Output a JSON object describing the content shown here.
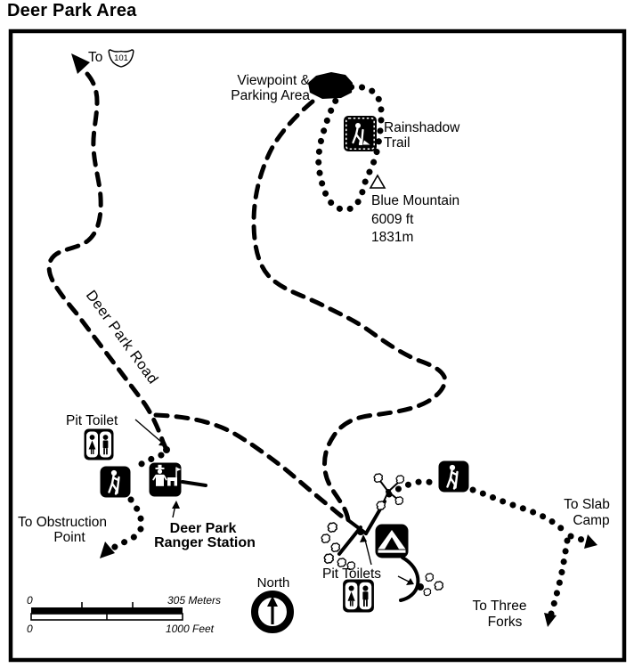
{
  "title": "Deer Park Area",
  "colors": {
    "ink": "#000000",
    "paper": "#ffffff"
  },
  "map": {
    "route_sign": {
      "prefix": "To",
      "number": "101"
    },
    "viewpoint": {
      "line1": "Viewpoint &",
      "line2": "Parking Area"
    },
    "rainshadow": {
      "line1": "Rainshadow",
      "line2": "Trail"
    },
    "blue_mountain": {
      "name": "Blue Mountain",
      "elevation_ft": "6009 ft",
      "elevation_m": "1831m"
    },
    "road_label": "Deer Park Road",
    "pit_toilet": "Pit Toilet",
    "obstruction": {
      "line1": "To Obstruction",
      "line2": "Point"
    },
    "ranger_station": {
      "line1": "Deer Park",
      "line2": "Ranger Station"
    },
    "pit_toilets": "Pit Toilets",
    "slab_camp": {
      "line1": "To Slab",
      "line2": "Camp"
    },
    "three_forks": {
      "line1": "To Three",
      "line2": "Forks"
    },
    "north_label": "North",
    "scale_bar": {
      "meters_start": "0",
      "meters_end": "305 Meters",
      "feet_start": "0",
      "feet_end": "1000 Feet"
    }
  }
}
